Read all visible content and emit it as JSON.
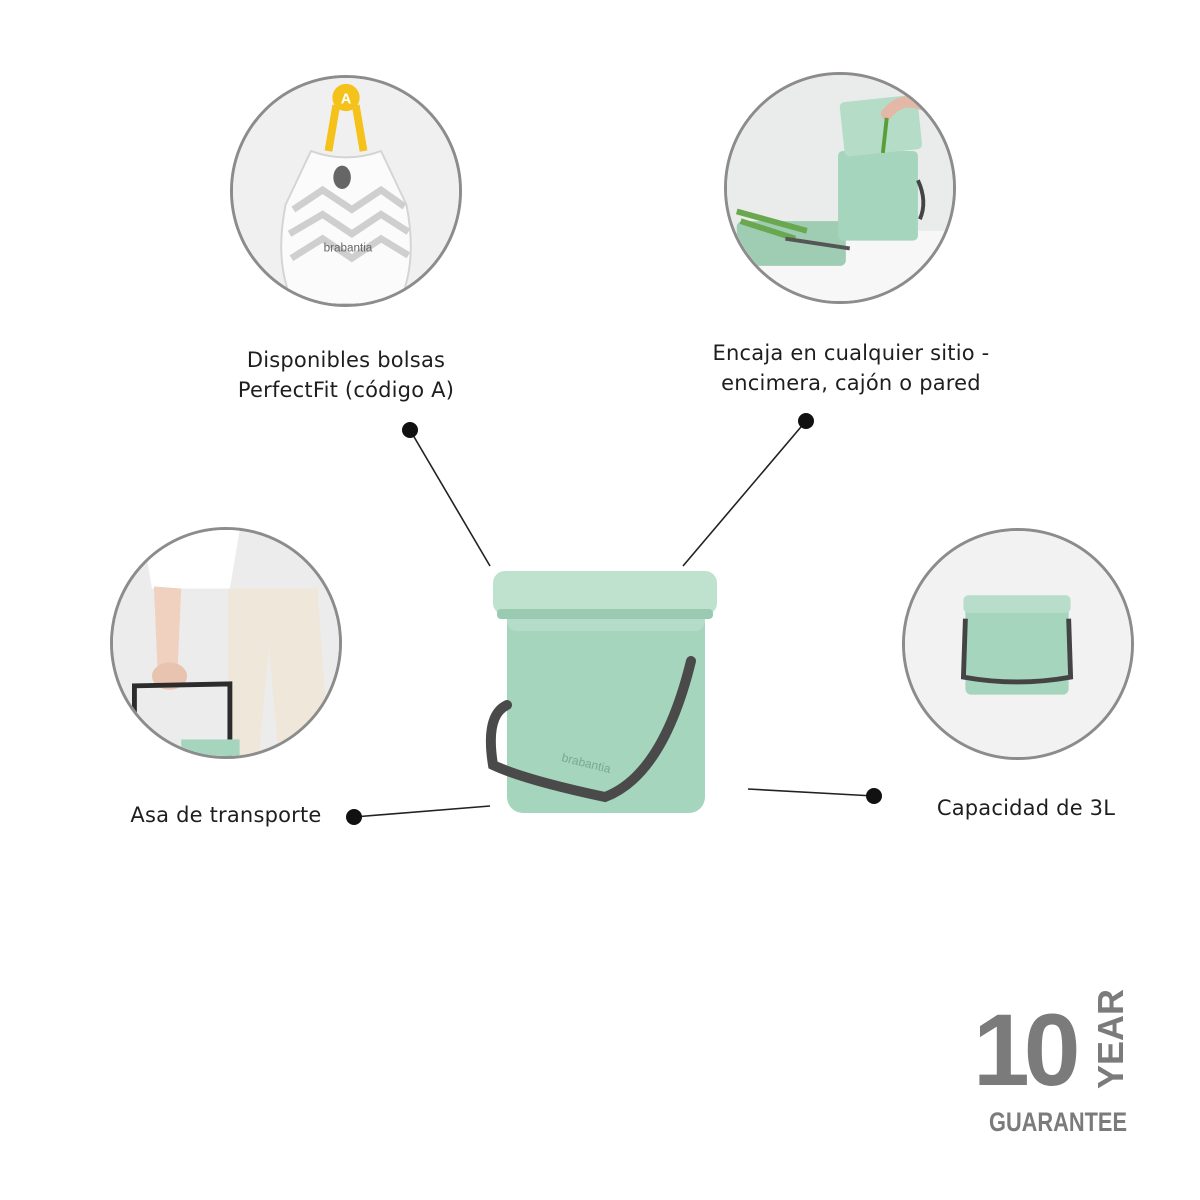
{
  "features": {
    "bags": {
      "line1": "Disponibles bolsas",
      "line2": "PerfectFit (código A)",
      "image": "perfectfit-bag-photo",
      "tag": "A",
      "bag_brand": "brabantia"
    },
    "fits": {
      "line1": "Encaja en cualquier sitio -",
      "line2": "encimera, cajón o pared",
      "image": "kitchen-counter-photo"
    },
    "handle": {
      "label": "Asa de transporte",
      "image": "carrying-handle-photo"
    },
    "capacity": {
      "label": "Capacidad de 3L",
      "image": "bin-side-photo"
    }
  },
  "product": {
    "brand": "brabantia",
    "color": "#a6d5bd",
    "handle_color": "#4a4a4a",
    "image": "sort-and-go-bin"
  },
  "guarantee": {
    "number": "10",
    "word": "YEAR",
    "caption": "GUARANTEE",
    "color": "#7b7b7b"
  },
  "colors": {
    "circle_border": "#8c8c8c",
    "dot": "#111111",
    "line": "#222222"
  }
}
